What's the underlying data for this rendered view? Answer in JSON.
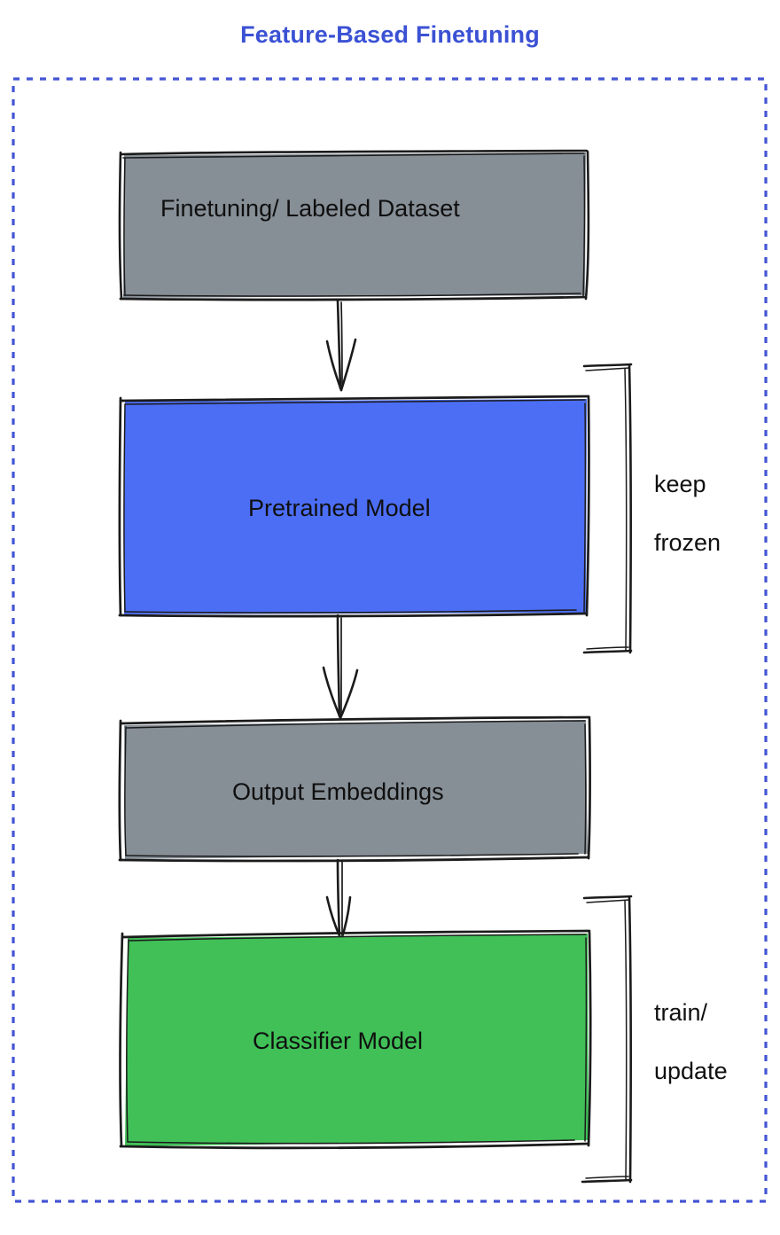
{
  "title": "Feature-Based Finetuning",
  "colors": {
    "title_blue": "#3b51d4",
    "dashed_border_blue": "#4355d4",
    "box_gray": "#868e96",
    "box_blue": "#4c6ef5",
    "box_green": "#40c057",
    "stroke_black": "#1b1b1b",
    "background": "#ffffff",
    "text_black": "#0f0f0f"
  },
  "container": {
    "name": "feature-based-finetuning-group",
    "border_style": "dashed"
  },
  "nodes": [
    {
      "id": "finetuning-dataset",
      "label": "Finetuning/ Labeled Dataset",
      "fill": "#868e96",
      "shape": "rectangle"
    },
    {
      "id": "pretrained-model",
      "label": "Pretrained Model",
      "fill": "#4c6ef5",
      "shape": "rectangle"
    },
    {
      "id": "output-embeddings",
      "label": "Output Embeddings",
      "fill": "#868e96",
      "shape": "rectangle"
    },
    {
      "id": "classifier-model",
      "label": "Classifier Model",
      "fill": "#40c057",
      "shape": "rectangle"
    }
  ],
  "arrows": [
    {
      "id": "arrow-dataset-to-pretrained",
      "from": "finetuning-dataset",
      "to": "pretrained-model",
      "direction": "down"
    },
    {
      "id": "arrow-pretrained-to-embeddings",
      "from": "pretrained-model",
      "to": "output-embeddings",
      "direction": "down"
    },
    {
      "id": "arrow-embeddings-to-classifier",
      "from": "output-embeddings",
      "to": "classifier-model",
      "direction": "down"
    }
  ],
  "annotations": [
    {
      "id": "keep-frozen",
      "label": "keep\nfrozen",
      "line1": "keep",
      "line2": "frozen",
      "target": "pretrained-model",
      "bracket": "right"
    },
    {
      "id": "train-update",
      "label": "train/\nupdate",
      "line1": "train/",
      "line2": "update",
      "target": "classifier-model",
      "bracket": "right"
    }
  ],
  "icons": {
    "arrow_down": "arrow-down-icon",
    "bracket_right": "bracket-right-icon"
  }
}
